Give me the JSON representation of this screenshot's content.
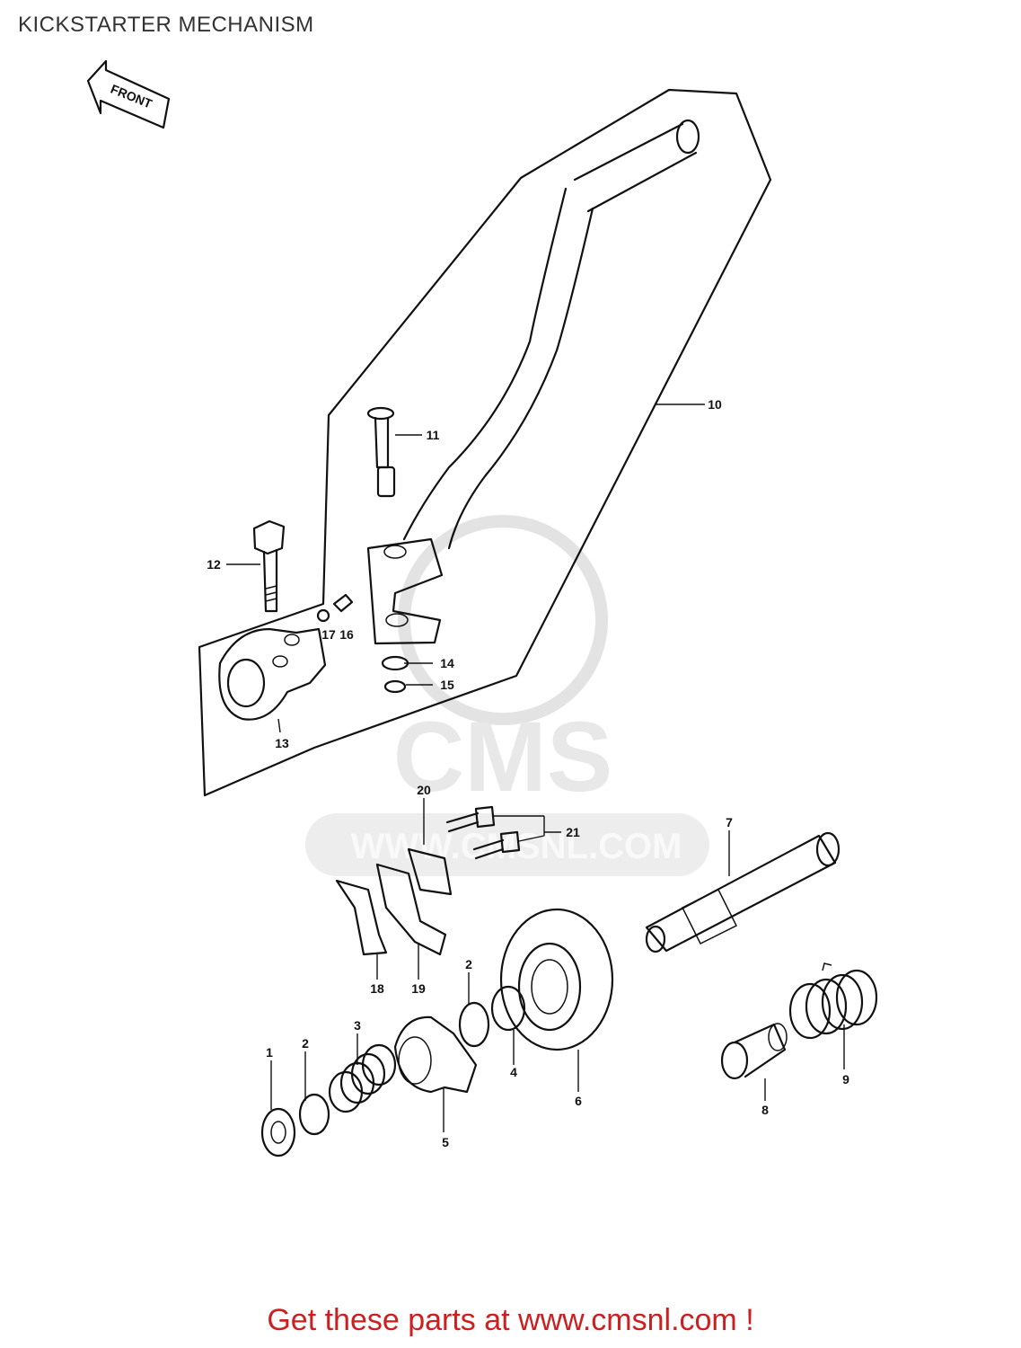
{
  "title": "KICKSTARTER MECHANISM",
  "front_arrow": "FRONT",
  "watermark": {
    "logo": "CMS",
    "url": "WWW.CMSNL.COM"
  },
  "footer": "Get these parts at www.cmsnl.com !",
  "parts": [
    {
      "key": "p1",
      "label": "1"
    },
    {
      "key": "p2a",
      "label": "2"
    },
    {
      "key": "p2b",
      "label": "2"
    },
    {
      "key": "p3",
      "label": "3"
    },
    {
      "key": "p4",
      "label": "4"
    },
    {
      "key": "p5",
      "label": "5"
    },
    {
      "key": "p6",
      "label": "6"
    },
    {
      "key": "p7",
      "label": "7"
    },
    {
      "key": "p8",
      "label": "8"
    },
    {
      "key": "p9",
      "label": "9"
    },
    {
      "key": "p10",
      "label": "10"
    },
    {
      "key": "p11",
      "label": "11"
    },
    {
      "key": "p12",
      "label": "12"
    },
    {
      "key": "p13",
      "label": "13"
    },
    {
      "key": "p14",
      "label": "14"
    },
    {
      "key": "p15",
      "label": "15"
    },
    {
      "key": "p16",
      "label": "16"
    },
    {
      "key": "p17",
      "label": "17"
    },
    {
      "key": "p18",
      "label": "18"
    },
    {
      "key": "p19",
      "label": "19"
    },
    {
      "key": "p20",
      "label": "20"
    },
    {
      "key": "p21",
      "label": "21"
    }
  ]
}
